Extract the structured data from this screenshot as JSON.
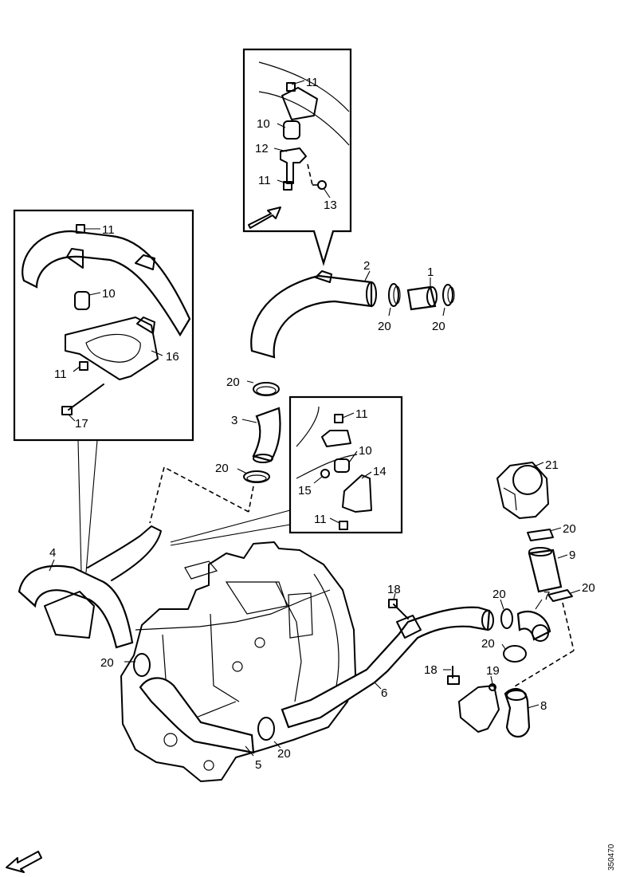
{
  "document_number": "350470",
  "callouts": {
    "c1": "1",
    "c2": "2",
    "c3": "3",
    "c4": "4",
    "c5": "5",
    "c6": "6",
    "c7": "7",
    "c8": "8",
    "c9": "9",
    "c10": "10",
    "c11": "11",
    "c12": "12",
    "c13": "13",
    "c14": "14",
    "c15": "15",
    "c16": "16",
    "c17": "17",
    "c18": "18",
    "c19": "19",
    "c20": "20",
    "c21": "21"
  },
  "icons": {
    "direction_arrow_top": "direction-arrow-icon",
    "direction_arrow_bottom": "direction-arrow-icon"
  }
}
